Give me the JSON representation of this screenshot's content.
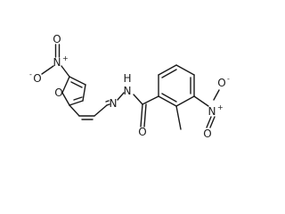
{
  "molecule": {
    "atoms": {
      "o_oxo_left": "O",
      "n_nitro_left": "N",
      "n_nitro_left_charge": "+",
      "o_minus_left": "O",
      "o_minus_left_charge": "-",
      "o_furan": "O",
      "n_hydrazone_1": "N",
      "n_hydrazone_2": "N",
      "h_amide": "H",
      "o_carbonyl": "O",
      "n_nitro_right": "N",
      "n_nitro_right_charge": "+",
      "o_minus_right": "O",
      "o_minus_right_charge": "-",
      "o_oxo_right": "O"
    }
  }
}
